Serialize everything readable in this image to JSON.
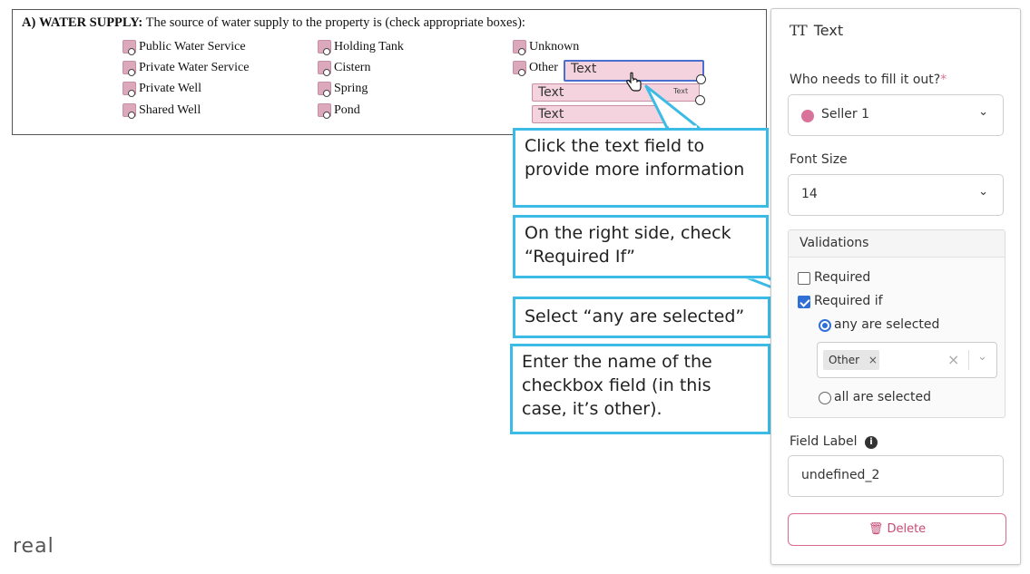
{
  "document": {
    "section_letter": "A)",
    "section_title": "WATER SUPPLY:",
    "section_desc": "The source of water supply to the property is (check appropriate boxes):",
    "options_col1": [
      "Public Water Service",
      "Private Water Service",
      "Private Well",
      "Shared Well"
    ],
    "options_col2": [
      "Holding Tank",
      "Cistern",
      "Spring",
      "Pond"
    ],
    "options_col3": [
      "Unknown",
      "Other"
    ],
    "text_fields": [
      "Text",
      "Text",
      "Text"
    ],
    "mini_text": "Text"
  },
  "callouts": [
    "Click the text field to provide more information",
    "On the right side, check “Required If”",
    "Select “any are selected”",
    "Enter the name of the checkbox field (in this case, it’s other)."
  ],
  "panel": {
    "title_icon": "TT",
    "title": "Text",
    "who_label": "Who needs to fill it out?",
    "who_required_mark": "*",
    "who_value": "Seller 1",
    "who_color": "#d9739a",
    "font_size_label": "Font Size",
    "font_size_value": "14",
    "validations_label": "Validations",
    "required_label": "Required",
    "required_checked": false,
    "required_if_label": "Required if",
    "required_if_checked": true,
    "any_selected_label": "any are selected",
    "all_selected_label": "all are selected",
    "tag_value": "Other",
    "tag_remove": "×",
    "clear_icon": "×",
    "field_label_label": "Field Label",
    "field_label_value": "undefined_2",
    "delete_label": "Delete"
  },
  "brand": "real",
  "colors": {
    "callout_border": "#3bbbe6",
    "field_pink": "#f4d3df",
    "accent_blue": "#2f6fd6",
    "delete_pink": "#c64b73"
  }
}
